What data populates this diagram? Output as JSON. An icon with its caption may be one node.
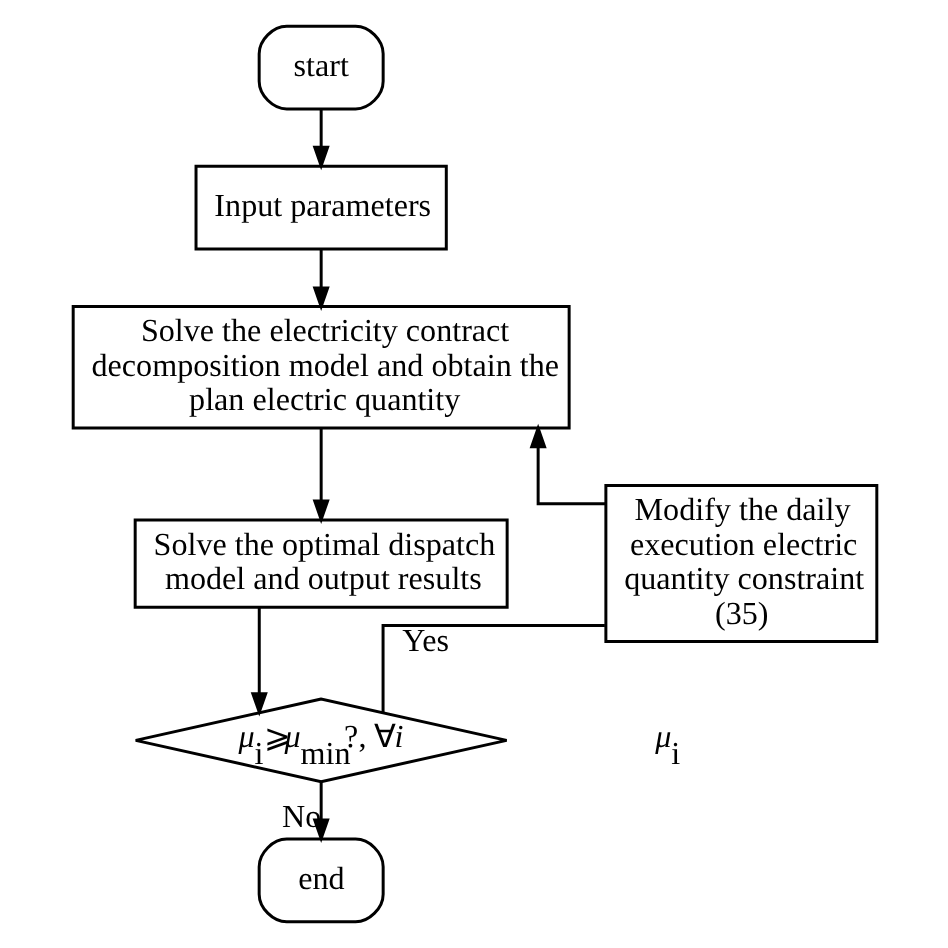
{
  "diagram": {
    "nodes": [
      {
        "text": [
          "start"
        ]
      },
      {
        "text": [
          "Input parameters"
        ]
      },
      {
        "text": [
          "Solve the electricity contract decomposition model and obtain the plan electric quantity"
        ]
      },
      {
        "text": [
          "Solve the optimal dispatch model and output results"
        ]
      },
      {
        "text": [
          "Modify the daily execution electric quantity constraint (35)"
        ]
      },
      {
        "text": [
          "*μ*$_{i}$⩾*μ*$_{min}$?, ∀*i*"
        ]
      },
      {
        "text": [
          "end"
        ]
      }
    ],
    "edges": [
      {
        "from": 0,
        "to": 1,
        "arrow": "to"
      },
      {
        "from": 1,
        "to": 2,
        "arrow": "to"
      },
      {
        "from": 2,
        "to": 3,
        "arrow": "to"
      },
      {
        "from": 3,
        "to": 5,
        "arrow": "to"
      },
      {
        "from": 5,
        "to": 4,
        "arrow": "none",
        "label": "Yes"
      },
      {
        "from": 4,
        "to": 2,
        "arrow": "to"
      },
      {
        "from": 5,
        "to": 6,
        "arrow": "to",
        "label": "No"
      }
    ],
    "labels": [
      "*μ*$_{i}$"
    ]
  }
}
